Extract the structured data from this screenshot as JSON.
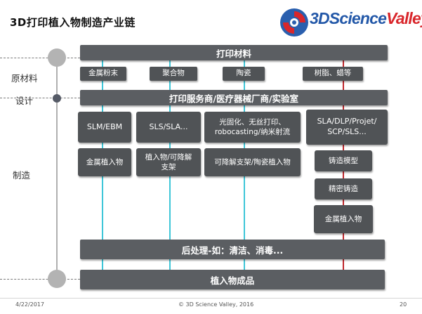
{
  "title": "3D打印植入物制造产业链",
  "logo": {
    "brand_blue": "3DScience",
    "brand_red": "Valley",
    "icon": "swirl-globe-icon"
  },
  "stages": {
    "raw_materials": "原材料",
    "design": "设计",
    "manufacturing": "制造"
  },
  "bars": {
    "materials": "打印材料",
    "service": "打印服务商/医疗器械厂商/实验室",
    "postprocess": "后处理-如：清洁、消毒...",
    "final": "植入物成品"
  },
  "materials": [
    "金属粉末",
    "聚合物",
    "陶瓷",
    "树脂、蜡等"
  ],
  "technologies": [
    "SLM/EBM",
    "SLS/SLA...",
    "光固化、无丝打印、\nrobocasting/纳米射流",
    "SLA/DLP/Projet/\nSCP/SLS..."
  ],
  "products": [
    "金属植入物",
    "植入物/可降解\n支架",
    "可降解支架/陶瓷植入物"
  ],
  "casting_chain": [
    "铸造模型",
    "精密铸造",
    "金属植入物"
  ],
  "footer": {
    "date": "4/22/2017",
    "copyright": "© 3D Science Valley, 2016",
    "page": "20"
  },
  "colors": {
    "bar": "#5b5e62",
    "box": "#505356",
    "line_cyan": "#3ec6d8",
    "line_red": "#c0282d",
    "axis": "#b0b0b0",
    "dash": "#7a7a7a",
    "circle": "#b0b0b0",
    "design_dot": "#555a66"
  }
}
